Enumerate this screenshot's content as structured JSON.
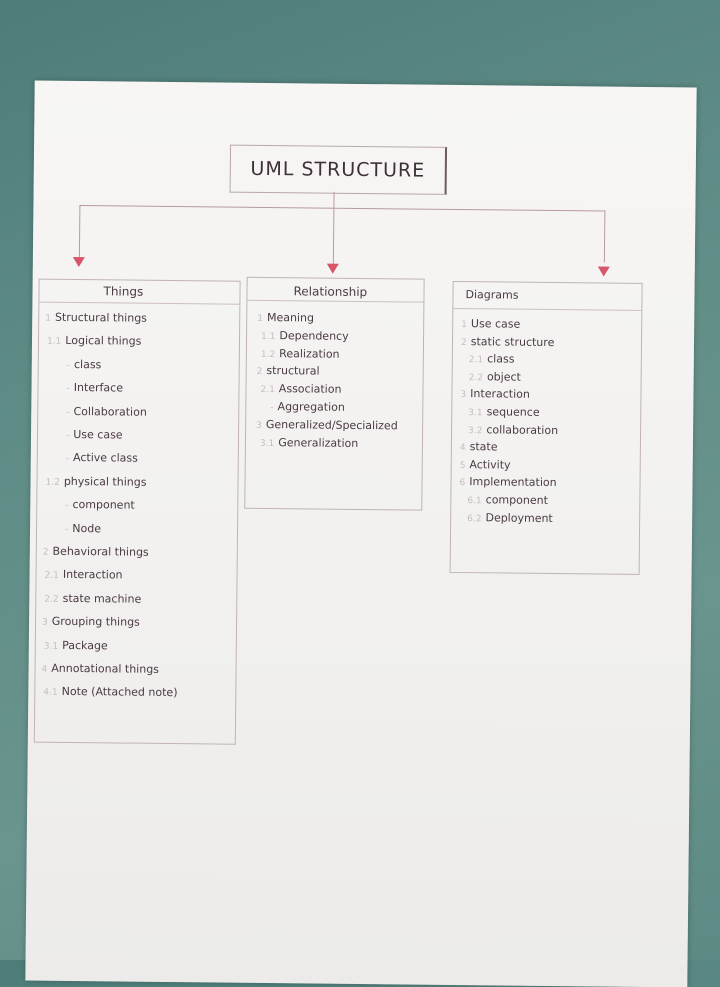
{
  "title": "UML STRUCTURE",
  "things": {
    "title": "Things",
    "items": [
      {
        "num": "1",
        "text": "Structural things"
      },
      {
        "num": "1.1",
        "text": "Logical things"
      },
      {
        "num": "-",
        "text": "class"
      },
      {
        "num": "-",
        "text": "Interface"
      },
      {
        "num": "-",
        "text": "Collaboration"
      },
      {
        "num": "-",
        "text": "Use case"
      },
      {
        "num": "-",
        "text": "Active class"
      },
      {
        "num": "1.2",
        "text": "physical things"
      },
      {
        "num": "-",
        "text": "component"
      },
      {
        "num": "-",
        "text": "Node"
      },
      {
        "num": "2",
        "text": "Behavioral things"
      },
      {
        "num": "2.1",
        "text": "Interaction"
      },
      {
        "num": "2.2",
        "text": "state machine"
      },
      {
        "num": "3",
        "text": "Grouping things"
      },
      {
        "num": "3.1",
        "text": "Package"
      },
      {
        "num": "4",
        "text": "Annotational things"
      },
      {
        "num": "4.1",
        "text": "Note (Attached note)"
      }
    ]
  },
  "relationship": {
    "title": "Relationship",
    "items": [
      {
        "num": "1",
        "text": "Meaning"
      },
      {
        "num": "1.1",
        "text": "Dependency"
      },
      {
        "num": "1.2",
        "text": "Realization"
      },
      {
        "num": "2",
        "text": "structural"
      },
      {
        "num": "2.1",
        "text": "Association"
      },
      {
        "num": "-",
        "text": "Aggregation"
      },
      {
        "num": "3",
        "text": "Generalized/Specialized"
      },
      {
        "num": "3.1",
        "text": "Generalization"
      }
    ]
  },
  "diagrams": {
    "title": "Diagrams",
    "items": [
      {
        "num": "1",
        "text": "Use case"
      },
      {
        "num": "2",
        "text": "static structure"
      },
      {
        "num": "2.1",
        "text": "class"
      },
      {
        "num": "2.2",
        "text": "object"
      },
      {
        "num": "3",
        "text": "Interaction"
      },
      {
        "num": "3.1",
        "text": "sequence"
      },
      {
        "num": "3.2",
        "text": "collaboration"
      },
      {
        "num": "4",
        "text": "state"
      },
      {
        "num": "5",
        "text": "Activity"
      },
      {
        "num": "6",
        "text": "Implementation"
      },
      {
        "num": "6.1",
        "text": "component"
      },
      {
        "num": "6.2",
        "text": "Deployment"
      }
    ]
  },
  "colors": {
    "arrow": "#d8566a",
    "ink": "#4a3a44",
    "background": "#5f8c86",
    "paper": "#f3f2f0"
  }
}
